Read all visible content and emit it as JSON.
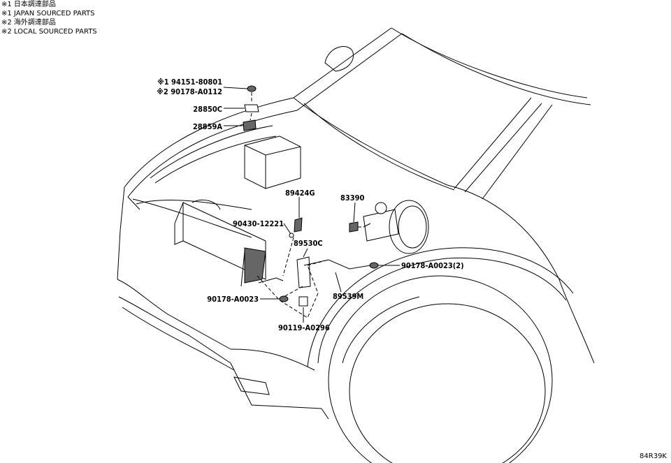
{
  "legend": [
    "※1 日本調達部品",
    "※1 JAPAN SOURCED PARTS",
    "※2 海外調達部品",
    "※2 LOCAL SOURCED PARTS"
  ],
  "reference_code": "84R39K",
  "parts": {
    "p94151": "※1 94151-80801",
    "p90178a0112": "※2 90178-A0112",
    "p28850c": "28850C",
    "p28859a": "28859A",
    "p89424g": "89424G",
    "p83390": "83390",
    "p90430": "90430-12221",
    "p89530c": "89530C",
    "p90178a0023x2": "90178-A0023(2)",
    "p90178a0023": "90178-A0023",
    "p89539m": "89539M",
    "p90119": "90119-A0296"
  }
}
